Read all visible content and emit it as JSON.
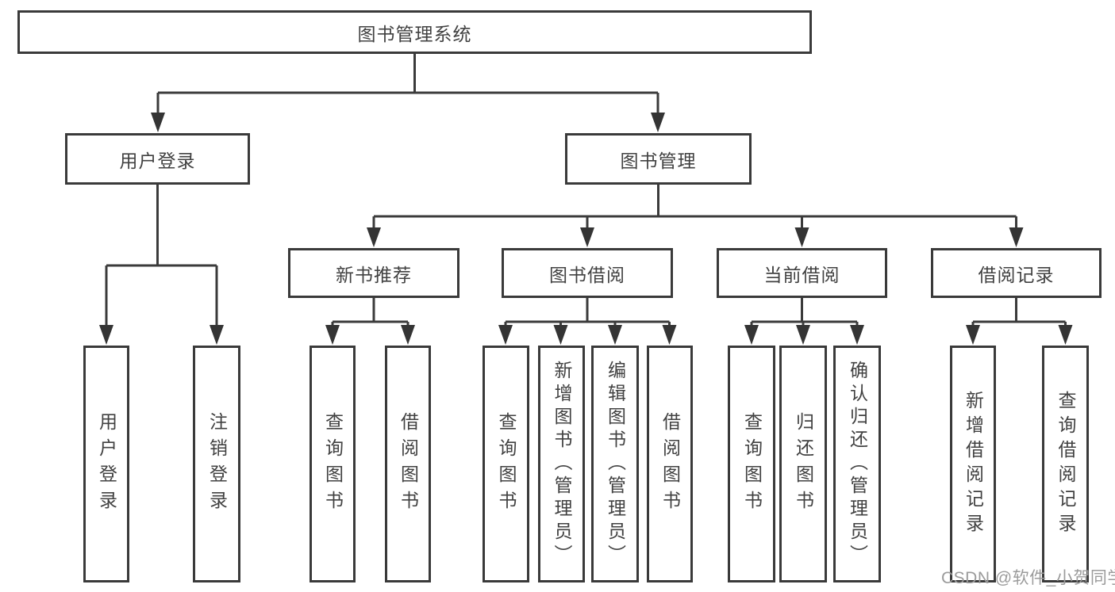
{
  "diagram": {
    "title": "图书管理系统",
    "type": "hierarchy-tree",
    "root": {
      "label": "图书管理系统"
    },
    "level2": [
      {
        "label": "用户登录",
        "children": [
          "用户登录",
          "注销登录"
        ]
      },
      {
        "label": "图书管理",
        "children": [
          "新书推荐",
          "图书借阅",
          "当前借阅",
          "借阅记录"
        ]
      }
    ],
    "level3": [
      {
        "label": "新书推荐",
        "children": [
          "查询图书",
          "借阅图书"
        ]
      },
      {
        "label": "图书借阅",
        "children": [
          "查询图书",
          "新增图书（管理员）",
          "编辑图书（管理员）",
          "借阅图书"
        ]
      },
      {
        "label": "当前借阅",
        "children": [
          "查询图书",
          "归还图书",
          "确认归还（管理员）"
        ]
      },
      {
        "label": "借阅记录",
        "children": [
          "新增借阅记录",
          "查询借阅记录"
        ]
      }
    ],
    "level4": [
      {
        "label": "用户登录"
      },
      {
        "label": "注销登录"
      },
      {
        "label": "查询图书"
      },
      {
        "label": "借阅图书"
      },
      {
        "label": "查询图书"
      },
      {
        "label": "新增图书（管理员）"
      },
      {
        "label": "编辑图书（管理员）"
      },
      {
        "label": "借阅图书"
      },
      {
        "label": "查询图书"
      },
      {
        "label": "归还图书"
      },
      {
        "label": "确认归还（管理员）"
      },
      {
        "label": "新增借阅记录"
      },
      {
        "label": "查询借阅记录"
      }
    ]
  },
  "watermark": "CSDN @软件_小贺同学",
  "colors": {
    "line": "#3b3b3b",
    "box_border": "#3a3a3a",
    "text": "#414141",
    "background": "#ffffff",
    "watermark": "#9b9b9b"
  }
}
